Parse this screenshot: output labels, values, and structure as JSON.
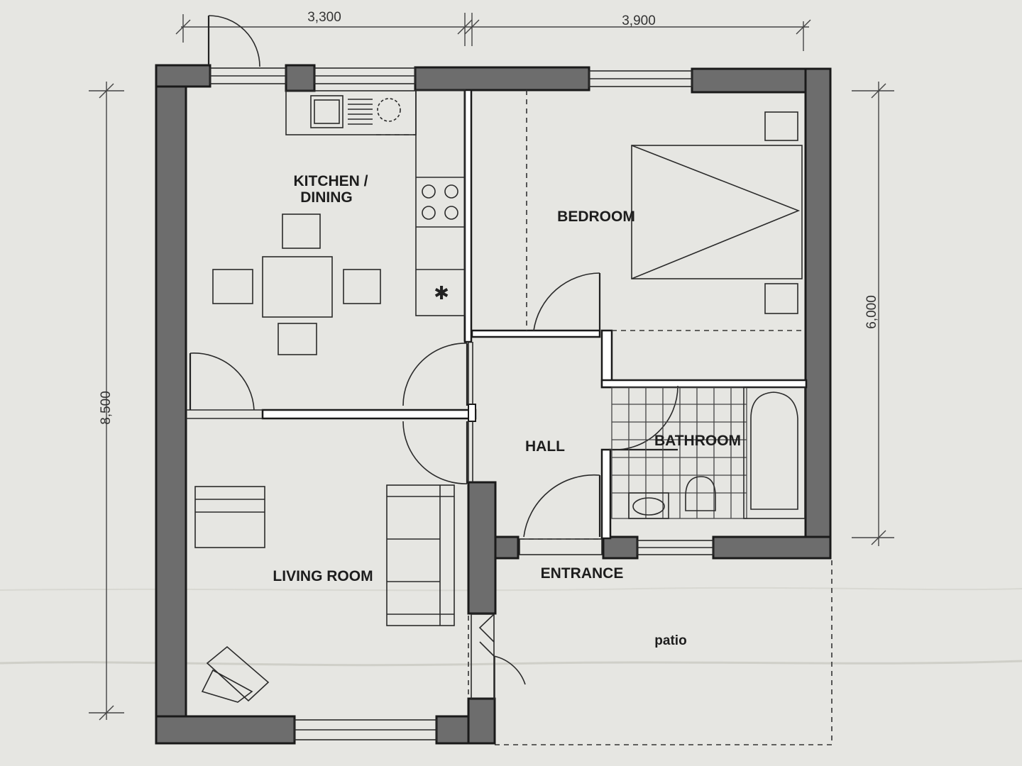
{
  "rooms": {
    "kitchen_line1": "KITCHEN /",
    "kitchen_line2": "DINING",
    "bedroom": "BEDROOM",
    "hall": "HALL",
    "bathroom": "BATHROOM",
    "living_room": "LIVING ROOM",
    "entrance": "ENTRANCE",
    "patio": "patio"
  },
  "dimensions": {
    "top_left": "3,300",
    "top_right": "3,900",
    "left_height": "8,500",
    "right_height": "6,000"
  }
}
